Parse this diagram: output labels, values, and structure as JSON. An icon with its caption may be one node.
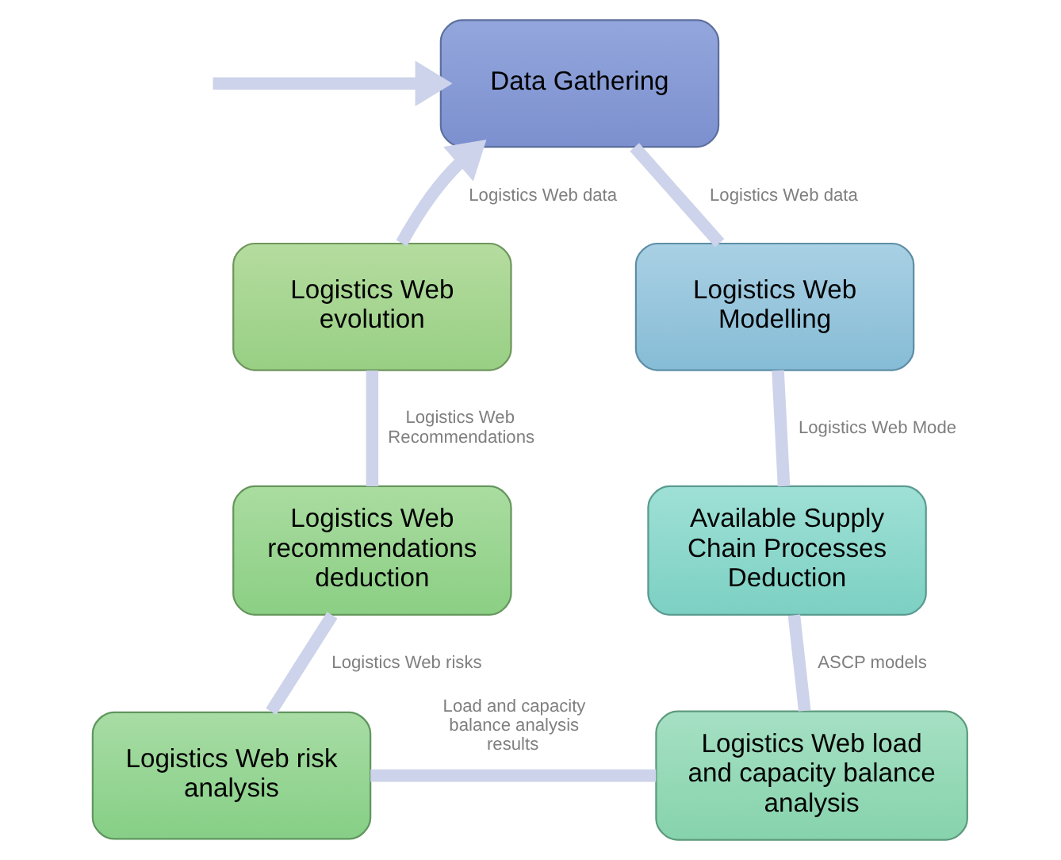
{
  "diagram": {
    "nodes": [
      {
        "text": [
          "Data Gathering"
        ]
      },
      {
        "text": [
          "Logistics Web Modelling"
        ]
      },
      {
        "text": [
          "Available Supply Chain Processes Deduction"
        ]
      },
      {
        "text": [
          "Logistics Web load and capacity balance analysis"
        ]
      },
      {
        "text": [
          "Logistics Web risk analysis"
        ]
      },
      {
        "text": [
          "Logistics Web recommendations deduction"
        ]
      },
      {
        "text": [
          "Logistics Web evolution"
        ]
      }
    ],
    "edges": [
      {
        "from": 0,
        "to": 1,
        "arrow": "none",
        "label": "Logistics Web data"
      },
      {
        "from": 1,
        "to": 2,
        "arrow": "none",
        "label": "Logistics Web Mode"
      },
      {
        "from": 2,
        "to": 3,
        "arrow": "none",
        "label": "ASCP models"
      },
      {
        "from": 3,
        "to": 4,
        "arrow": "none",
        "label": "Load and capacity balance analysis results"
      },
      {
        "from": 4,
        "to": 5,
        "arrow": "none",
        "label": "Logistics Web risks"
      },
      {
        "from": 5,
        "to": 6,
        "arrow": "none",
        "label": "Logistics Web Recommendations"
      },
      {
        "from": 6,
        "to": 0,
        "arrow": "to",
        "label": "Logistics Web data"
      },
      {
        "from": null,
        "to": 0,
        "arrow": "to"
      }
    ]
  }
}
